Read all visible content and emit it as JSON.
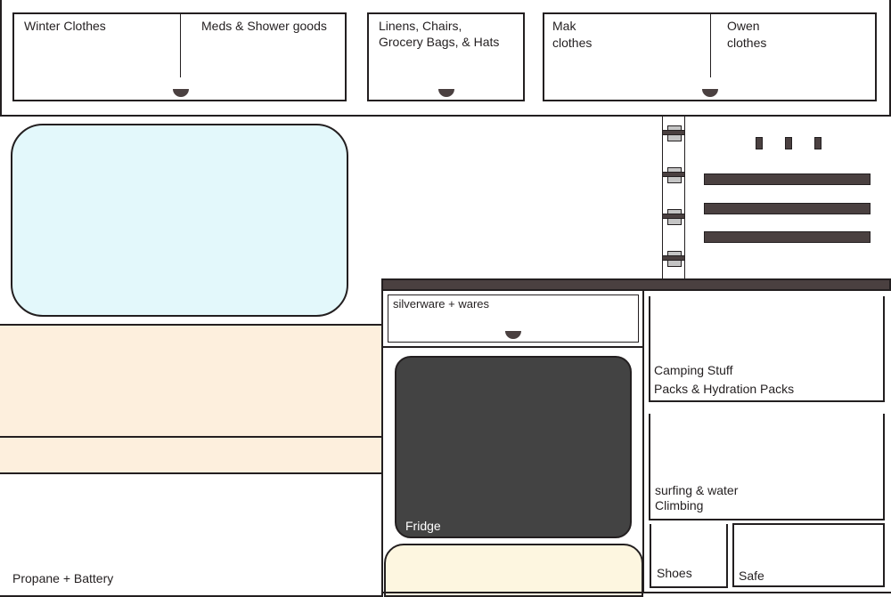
{
  "diagram": {
    "type": "van-storage-layout",
    "colors": {
      "outline": "#231f20",
      "dark_fill": "#4a4040",
      "fridge": "#434343",
      "window": "#e3f8fb",
      "peach": "#fdefdd",
      "cream": "#fdf6e0",
      "clip_grey": "#c4c4c4"
    },
    "upper_cabinets": [
      {
        "id": "cab-1",
        "left_label": "Winter Clothes",
        "right_label": "Meds & Shower goods"
      },
      {
        "id": "cab-2",
        "label_line1": "Linens, Chairs,",
        "label_line2": "Grocery Bags, & Hats"
      },
      {
        "id": "cab-3",
        "left_line1": "Mak",
        "left_line2": "clothes",
        "right_line1": "Owen",
        "right_line2": "clothes"
      }
    ],
    "lower": {
      "drawer": "silverware + wares",
      "fridge": "Fridge",
      "camping_line1": "Camping Stuff",
      "camping_line2": "Packs & Hydration Packs",
      "sports_line1": "surfing & water",
      "sports_line2": "Climbing",
      "shoes": "Shoes",
      "safe": "Safe",
      "propane": "Propane + Battery"
    }
  }
}
